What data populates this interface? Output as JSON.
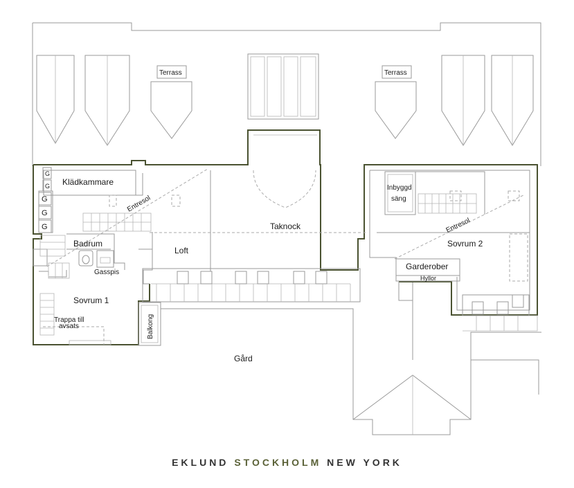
{
  "rooms": {
    "terrass_left": "Terrass",
    "terrass_right": "Terrass",
    "kladkammare": "Klädkammare",
    "entresol_left": "Entresol",
    "entresol_right": "Entresol",
    "taknock": "Taknock",
    "badrum": "Badrum",
    "loft": "Loft",
    "gasspis": "Gasspis",
    "sovrum1": "Sovrum 1",
    "trappa_line1": "Trappa till",
    "trappa_line2": "avsats",
    "balkong": "Balkong",
    "gard": "Gård",
    "inbyggd_line1": "Inbyggd",
    "inbyggd_line2": "säng",
    "sovrum2": "Sovrum 2",
    "garderober": "Garderober",
    "hyllor": "Hyllor"
  },
  "glyph": "G",
  "footer": {
    "left": "EKLUND",
    "middle": "STOCKHOLM",
    "right": "NEW YORK"
  },
  "colors": {
    "wall": "#4a5231",
    "brand_middle": "#5b6238"
  }
}
